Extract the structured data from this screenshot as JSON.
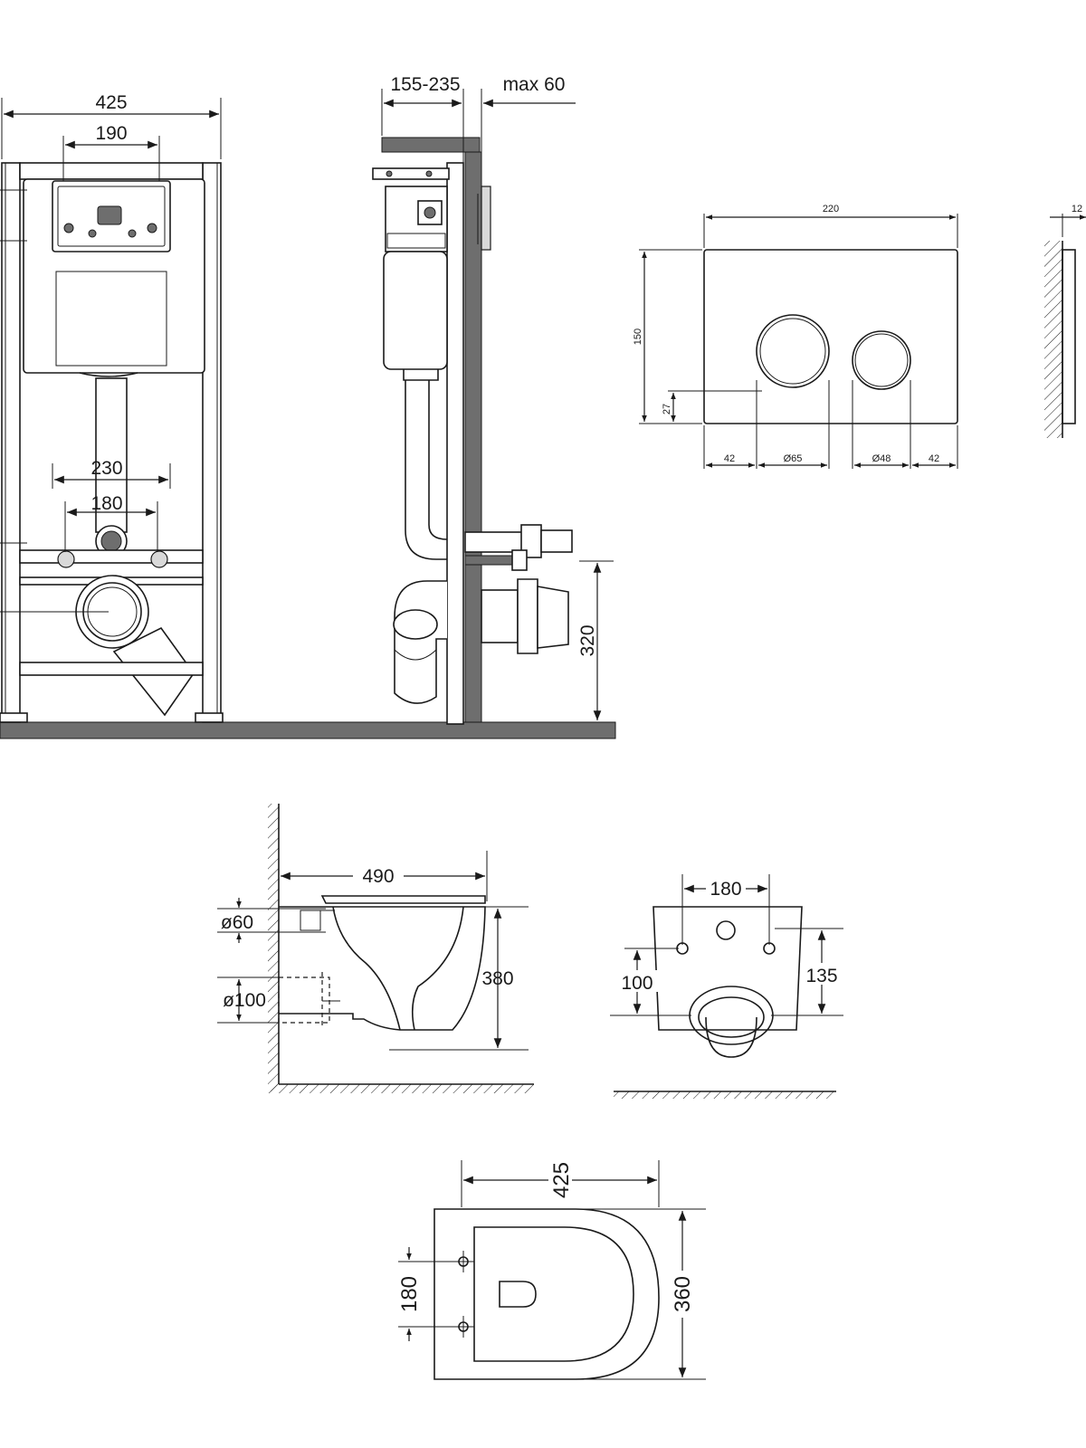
{
  "frame_front": {
    "width_total": "425",
    "width_flush_plate": "190",
    "width_bolts_outer": "230",
    "width_bolts_inner": "180"
  },
  "frame_side": {
    "depth_adjust": "155-235",
    "max_wall": "max 60",
    "height_outlet": "320"
  },
  "flush_plate": {
    "width": "220",
    "height": "150",
    "button_offset_bottom": "27",
    "margin_left": "42",
    "button_large": "Ø65",
    "button_small": "Ø48",
    "margin_right": "42",
    "thickness": "12"
  },
  "bowl_side": {
    "length": "490",
    "inlet_diameter": "ø60",
    "outlet_diameter": "ø100",
    "height": "380"
  },
  "bowl_rear": {
    "bolt_spacing": "180",
    "outlet_height": "100",
    "bolt_height": "135"
  },
  "bowl_top": {
    "width": "425",
    "bolt_spacing": "180",
    "length": "360"
  }
}
